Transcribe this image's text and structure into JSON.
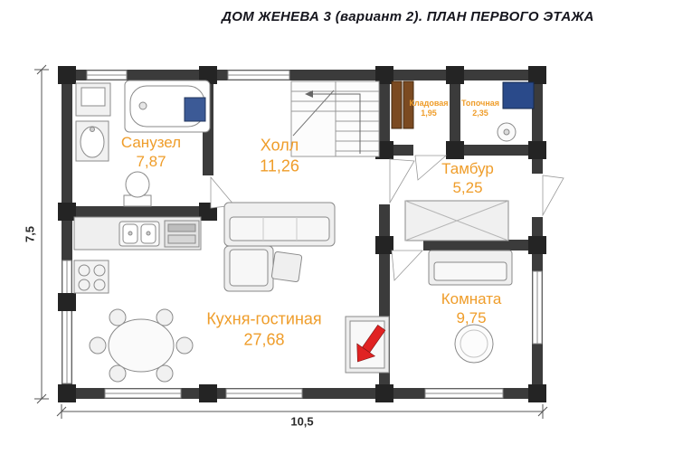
{
  "title": "ДОМ ЖЕНЕВА 3 (вариант 2). ПЛАН ПЕРВОГО ЭТАЖА",
  "rooms": {
    "sanuzel": {
      "name": "Санузел",
      "area": "7,87"
    },
    "holl": {
      "name": "Холл",
      "area": "11,26"
    },
    "kladovaya": {
      "name": "Кладовая",
      "area": "1,95"
    },
    "topochnaya": {
      "name": "Топочная",
      "area": "2,35"
    },
    "tambur": {
      "name": "Тамбур",
      "area": "5,25"
    },
    "kuhnya_gostinaya": {
      "name": "Кухня-гостиная",
      "area": "27,68"
    },
    "komnata": {
      "name": "Комната",
      "area": "9,75"
    }
  },
  "dimensions": {
    "height_m": "7,5",
    "width_m": "10,5"
  },
  "colors": {
    "room_label": "#ef9d2a",
    "wall": "#3b3b3b",
    "title": "#15151d",
    "entrance_arrow_red": "#e02222",
    "boiler_blue": "#2a4a8a",
    "storage_brown": "#7b4a21"
  }
}
